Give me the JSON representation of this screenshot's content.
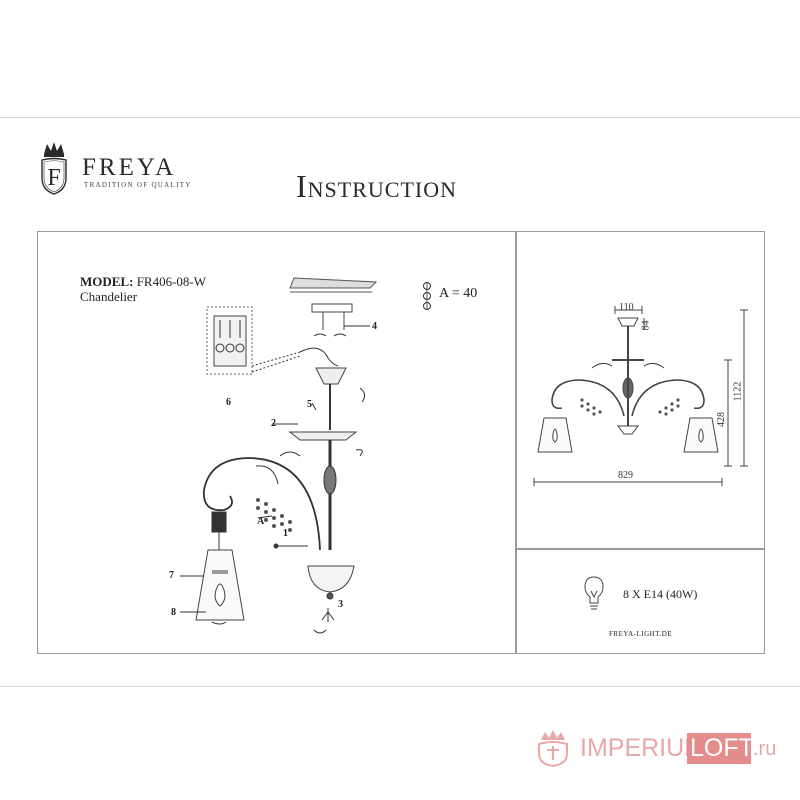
{
  "brand": {
    "name": "FREYA",
    "tagline": "TRADITION OF QUALITY",
    "logo_letter": "F"
  },
  "document": {
    "title": "Instruction"
  },
  "product": {
    "model_label": "MODEL:",
    "model_code": "FR406-08-W",
    "type": "Chandelier"
  },
  "assembly": {
    "screw_label": "A = 40",
    "step_labels": [
      "1",
      "2",
      "3",
      "4",
      "5",
      "6",
      "7",
      "8",
      "A"
    ]
  },
  "dimensions": {
    "width": "829",
    "height_body": "428",
    "height_max": "1122",
    "canopy_width": "110",
    "stem": "84"
  },
  "specs": {
    "bulbs": "8 X E14 (40W)",
    "website": "FREYA-LIGHT.DE"
  },
  "watermark": {
    "part1": "IMPERIUM",
    "part2": "LOFT",
    "part3": ".ru",
    "color_main": "#e8a8a8",
    "color_box": "#e58c8c"
  }
}
